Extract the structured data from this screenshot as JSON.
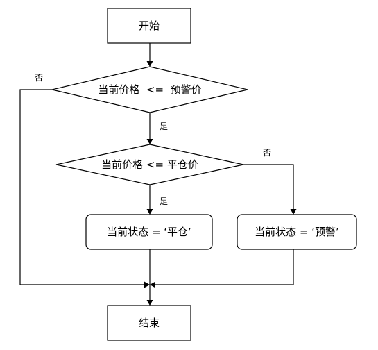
{
  "diagram": {
    "nodes": {
      "start": "开始",
      "check_warning": "当前价格  <=  预警价",
      "check_close": "当前价格 <= 平仓价",
      "status_close": "当前状态 = ‘平仓’",
      "status_warning": "当前状态 = ‘预警’",
      "end": "结束"
    },
    "edges": {
      "warning_no": "否",
      "warning_yes": "是",
      "close_no": "否",
      "close_yes": "是"
    }
  }
}
